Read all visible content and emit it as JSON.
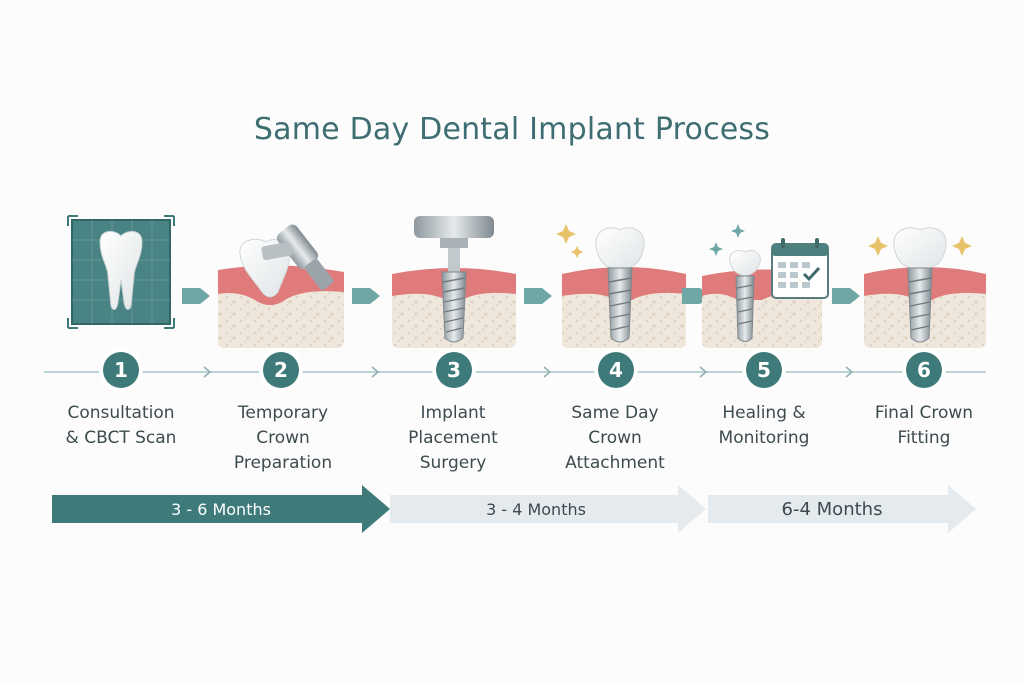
{
  "title": "Same Day Dental Implant Process",
  "steps": [
    {
      "number": "1",
      "label": "Consultation\n& CBCT Scan",
      "icon": "tooth-scan-icon"
    },
    {
      "number": "2",
      "label": "Temporary\nCrown\nPreparation",
      "icon": "drill-tooth-icon"
    },
    {
      "number": "3",
      "label": "Implant\nPlacement\nSurgery",
      "icon": "implant-placement-icon"
    },
    {
      "number": "4",
      "label": "Same Day\nCrown\nAttachment",
      "icon": "crown-attachment-icon"
    },
    {
      "number": "5",
      "label": "Healing &\nMonitoring",
      "icon": "healing-calendar-icon"
    },
    {
      "number": "6",
      "label": "Final Crown\nFitting",
      "icon": "final-crown-icon"
    }
  ],
  "phases": [
    {
      "label": "3 - 6 Months",
      "highlighted": true
    },
    {
      "label": "3 - 4 Months",
      "highlighted": false
    },
    {
      "label": "6-4 Months",
      "highlighted": false
    }
  ],
  "colors": {
    "teal": "#3f7a7a",
    "gum": "#e07b7b",
    "bone": "#efe7dc",
    "phase_light": "#e4eaee"
  }
}
